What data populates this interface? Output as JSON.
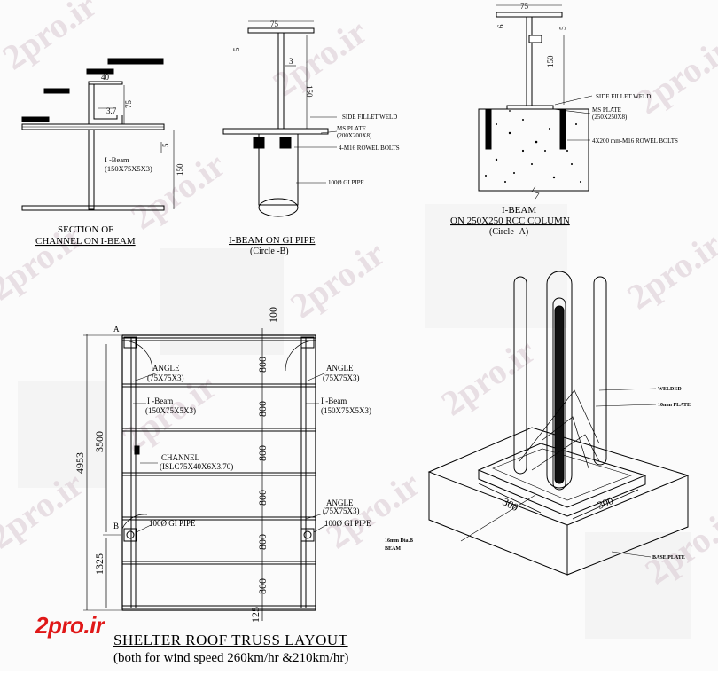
{
  "watermark": "2pro.ir",
  "logo": "2pro.ir",
  "title": "SHELTER ROOF TRUSS LAYOUT",
  "subtitle": "(both for wind speed 260km/hr &210km/hr)",
  "detail_channel": {
    "title1": "SECTION OF",
    "title2": "CHANNEL ON I-BEAM",
    "dim_40": "40",
    "dim_37": "3.7",
    "dim_75": "75",
    "dim_5": "5",
    "dim_150": "150",
    "beam_label1": "I -Beam",
    "beam_label2": "(150X75X5X3)"
  },
  "detail_pipe": {
    "title1": "I-BEAM ON GI PIPE",
    "title2": "(Circle -B)",
    "dim_75": "75",
    "dim_5": "5",
    "dim_3": "3",
    "dim_150": "150",
    "note_weld": "SIDE FILLET WELD",
    "note_plate1": "MS PLATE",
    "note_plate2": "(200X200X8)",
    "note_bolts": "4-M16 ROWEL BOLTS",
    "note_pipe": "100Ø GI PIPE"
  },
  "detail_column": {
    "title1": "I-BEAM",
    "title2": "ON 250X250 RCC COLUMN",
    "title3": "(Circle -A)",
    "dim_75": "75",
    "dim_6": "6",
    "dim_5": "5",
    "dim_150": "150",
    "note_weld": "SIDE FILLET WELD",
    "note_plate1": "MS PLATE",
    "note_plate2": "(250X250X8)",
    "note_bolts": "4X200 mm-M16 ROWEL BOLTS"
  },
  "layout": {
    "label_a": "A",
    "label_b": "B",
    "dim_total": "4953",
    "dim_3500": "3500",
    "dim_1325": "1325",
    "dim_100": "100",
    "dim_125": "125",
    "spacings": [
      "800",
      "800",
      "800",
      "800",
      "800",
      "800"
    ],
    "angle_left": "ANGLE",
    "angle_left_size": "(75X75X3)",
    "angle_right": "ANGLE",
    "angle_right_size": "(75X75X3)",
    "ibeam_left": "I -Beam",
    "ibeam_left_size": "(150X75X5X3)",
    "ibeam_right": "I -Beam",
    "ibeam_right_size": "(150X75X5X3)",
    "channel": "CHANNEL",
    "channel_size": "(ISLC75X40X6X3.70)",
    "angle_lower": "ANGLE",
    "angle_lower_size": "(75X75X3)",
    "pipe_left": "100Ø GI PIPE",
    "pipe_right": "100Ø GI PIPE"
  },
  "iso_footing": {
    "dim_left": "300",
    "dim_right": "300",
    "note1": "WELDED",
    "note2": "10mm PLATE",
    "note3": "16mm Dia.B",
    "note4": "BEAM",
    "note5": "BASE PLATE"
  }
}
